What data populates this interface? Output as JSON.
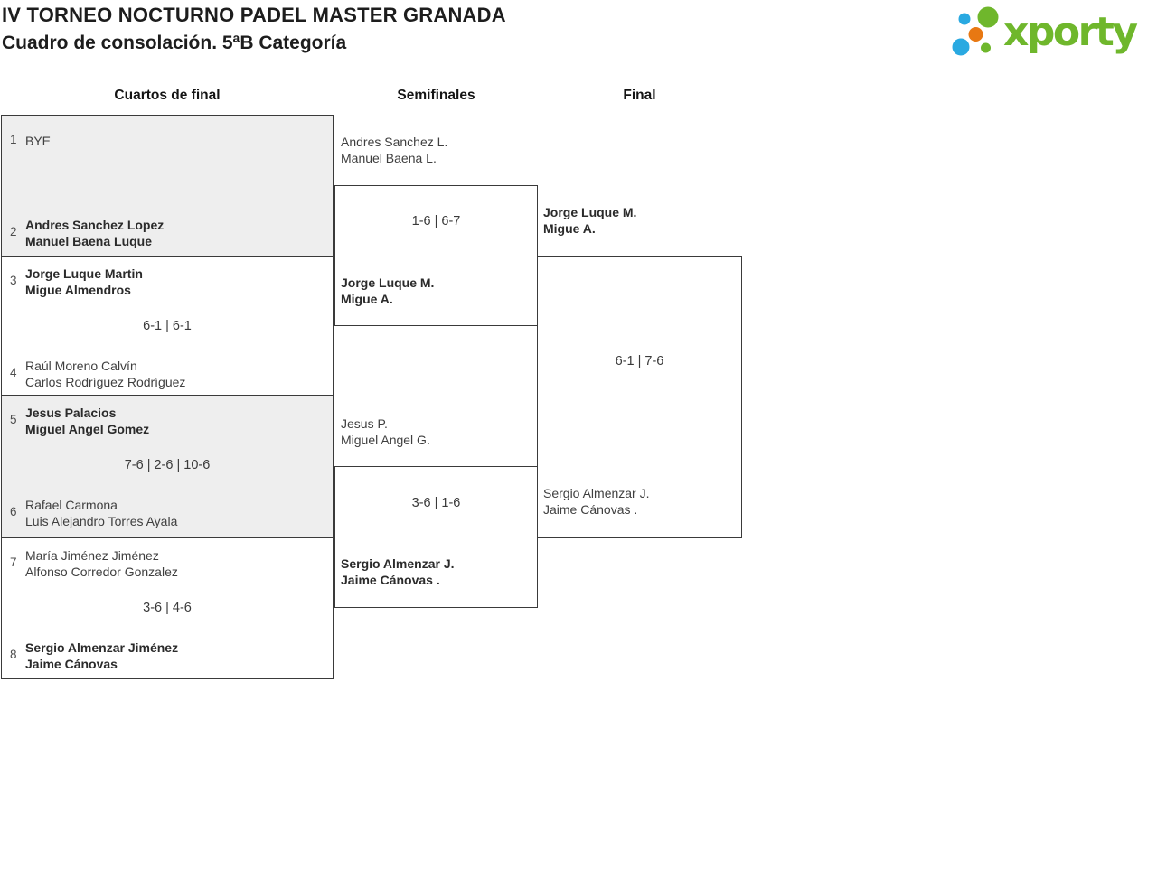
{
  "header": {
    "title_line1": "IV TORNEO NOCTURNO PADEL MASTER GRANADA",
    "title_line2": "Cuadro de consolación. 5ªB Categoría",
    "logo_text": "xporty"
  },
  "brand": {
    "green": "#6fb72c",
    "blue": "#29a9e1",
    "orange": "#e87812"
  },
  "rounds": [
    {
      "label": "Cuartos de final"
    },
    {
      "label": "Semifinales"
    },
    {
      "label": "Final"
    }
  ],
  "quarterfinals": [
    {
      "seed_top": "1",
      "team_top": {
        "line1": "BYE",
        "line2": ""
      },
      "top_winner": false,
      "score": "",
      "seed_bottom": "2",
      "team_bottom": {
        "line1": "Andres Sanchez Lopez",
        "line2": "Manuel Baena Luque"
      },
      "bottom_winner": true
    },
    {
      "seed_top": "3",
      "team_top": {
        "line1": "Jorge Luque Martin",
        "line2": "Migue Almendros"
      },
      "top_winner": true,
      "score": "6-1 | 6-1",
      "seed_bottom": "4",
      "team_bottom": {
        "line1": "Raúl Moreno Calvín",
        "line2": "Carlos Rodríguez Rodríguez"
      },
      "bottom_winner": false
    },
    {
      "seed_top": "5",
      "team_top": {
        "line1": "Jesus Palacios",
        "line2": "Miguel Angel Gomez"
      },
      "top_winner": true,
      "score": "7-6 | 2-6 | 10-6",
      "seed_bottom": "6",
      "team_bottom": {
        "line1": "Rafael Carmona",
        "line2": "Luis Alejandro Torres Ayala"
      },
      "bottom_winner": false
    },
    {
      "seed_top": "7",
      "team_top": {
        "line1": "María Jiménez Jiménez",
        "line2": "Alfonso Corredor Gonzalez"
      },
      "top_winner": false,
      "score": "3-6 | 4-6",
      "seed_bottom": "8",
      "team_bottom": {
        "line1": "Sergio Almenzar Jiménez",
        "line2": "Jaime Cánovas"
      },
      "bottom_winner": true
    }
  ],
  "semifinals": [
    {
      "team_top": {
        "line1": "Andres Sanchez L.",
        "line2": "Manuel Baena L."
      },
      "top_winner": false,
      "score": "1-6 | 6-7",
      "team_bottom": {
        "line1": "Jorge Luque M.",
        "line2": "Migue A."
      },
      "bottom_winner": true
    },
    {
      "team_top": {
        "line1": "Jesus P.",
        "line2": "Miguel Angel G."
      },
      "top_winner": false,
      "score": "3-6 | 1-6",
      "team_bottom": {
        "line1": "Sergio Almenzar J.",
        "line2": "Jaime Cánovas ."
      },
      "bottom_winner": true
    }
  ],
  "final": {
    "team_top": {
      "line1": "Jorge Luque M.",
      "line2": "Migue A."
    },
    "top_winner": true,
    "score": "6-1 | 7-6",
    "team_bottom": {
      "line1": "Sergio Almenzar J.",
      "line2": "Jaime Cánovas ."
    },
    "bottom_winner": false
  }
}
